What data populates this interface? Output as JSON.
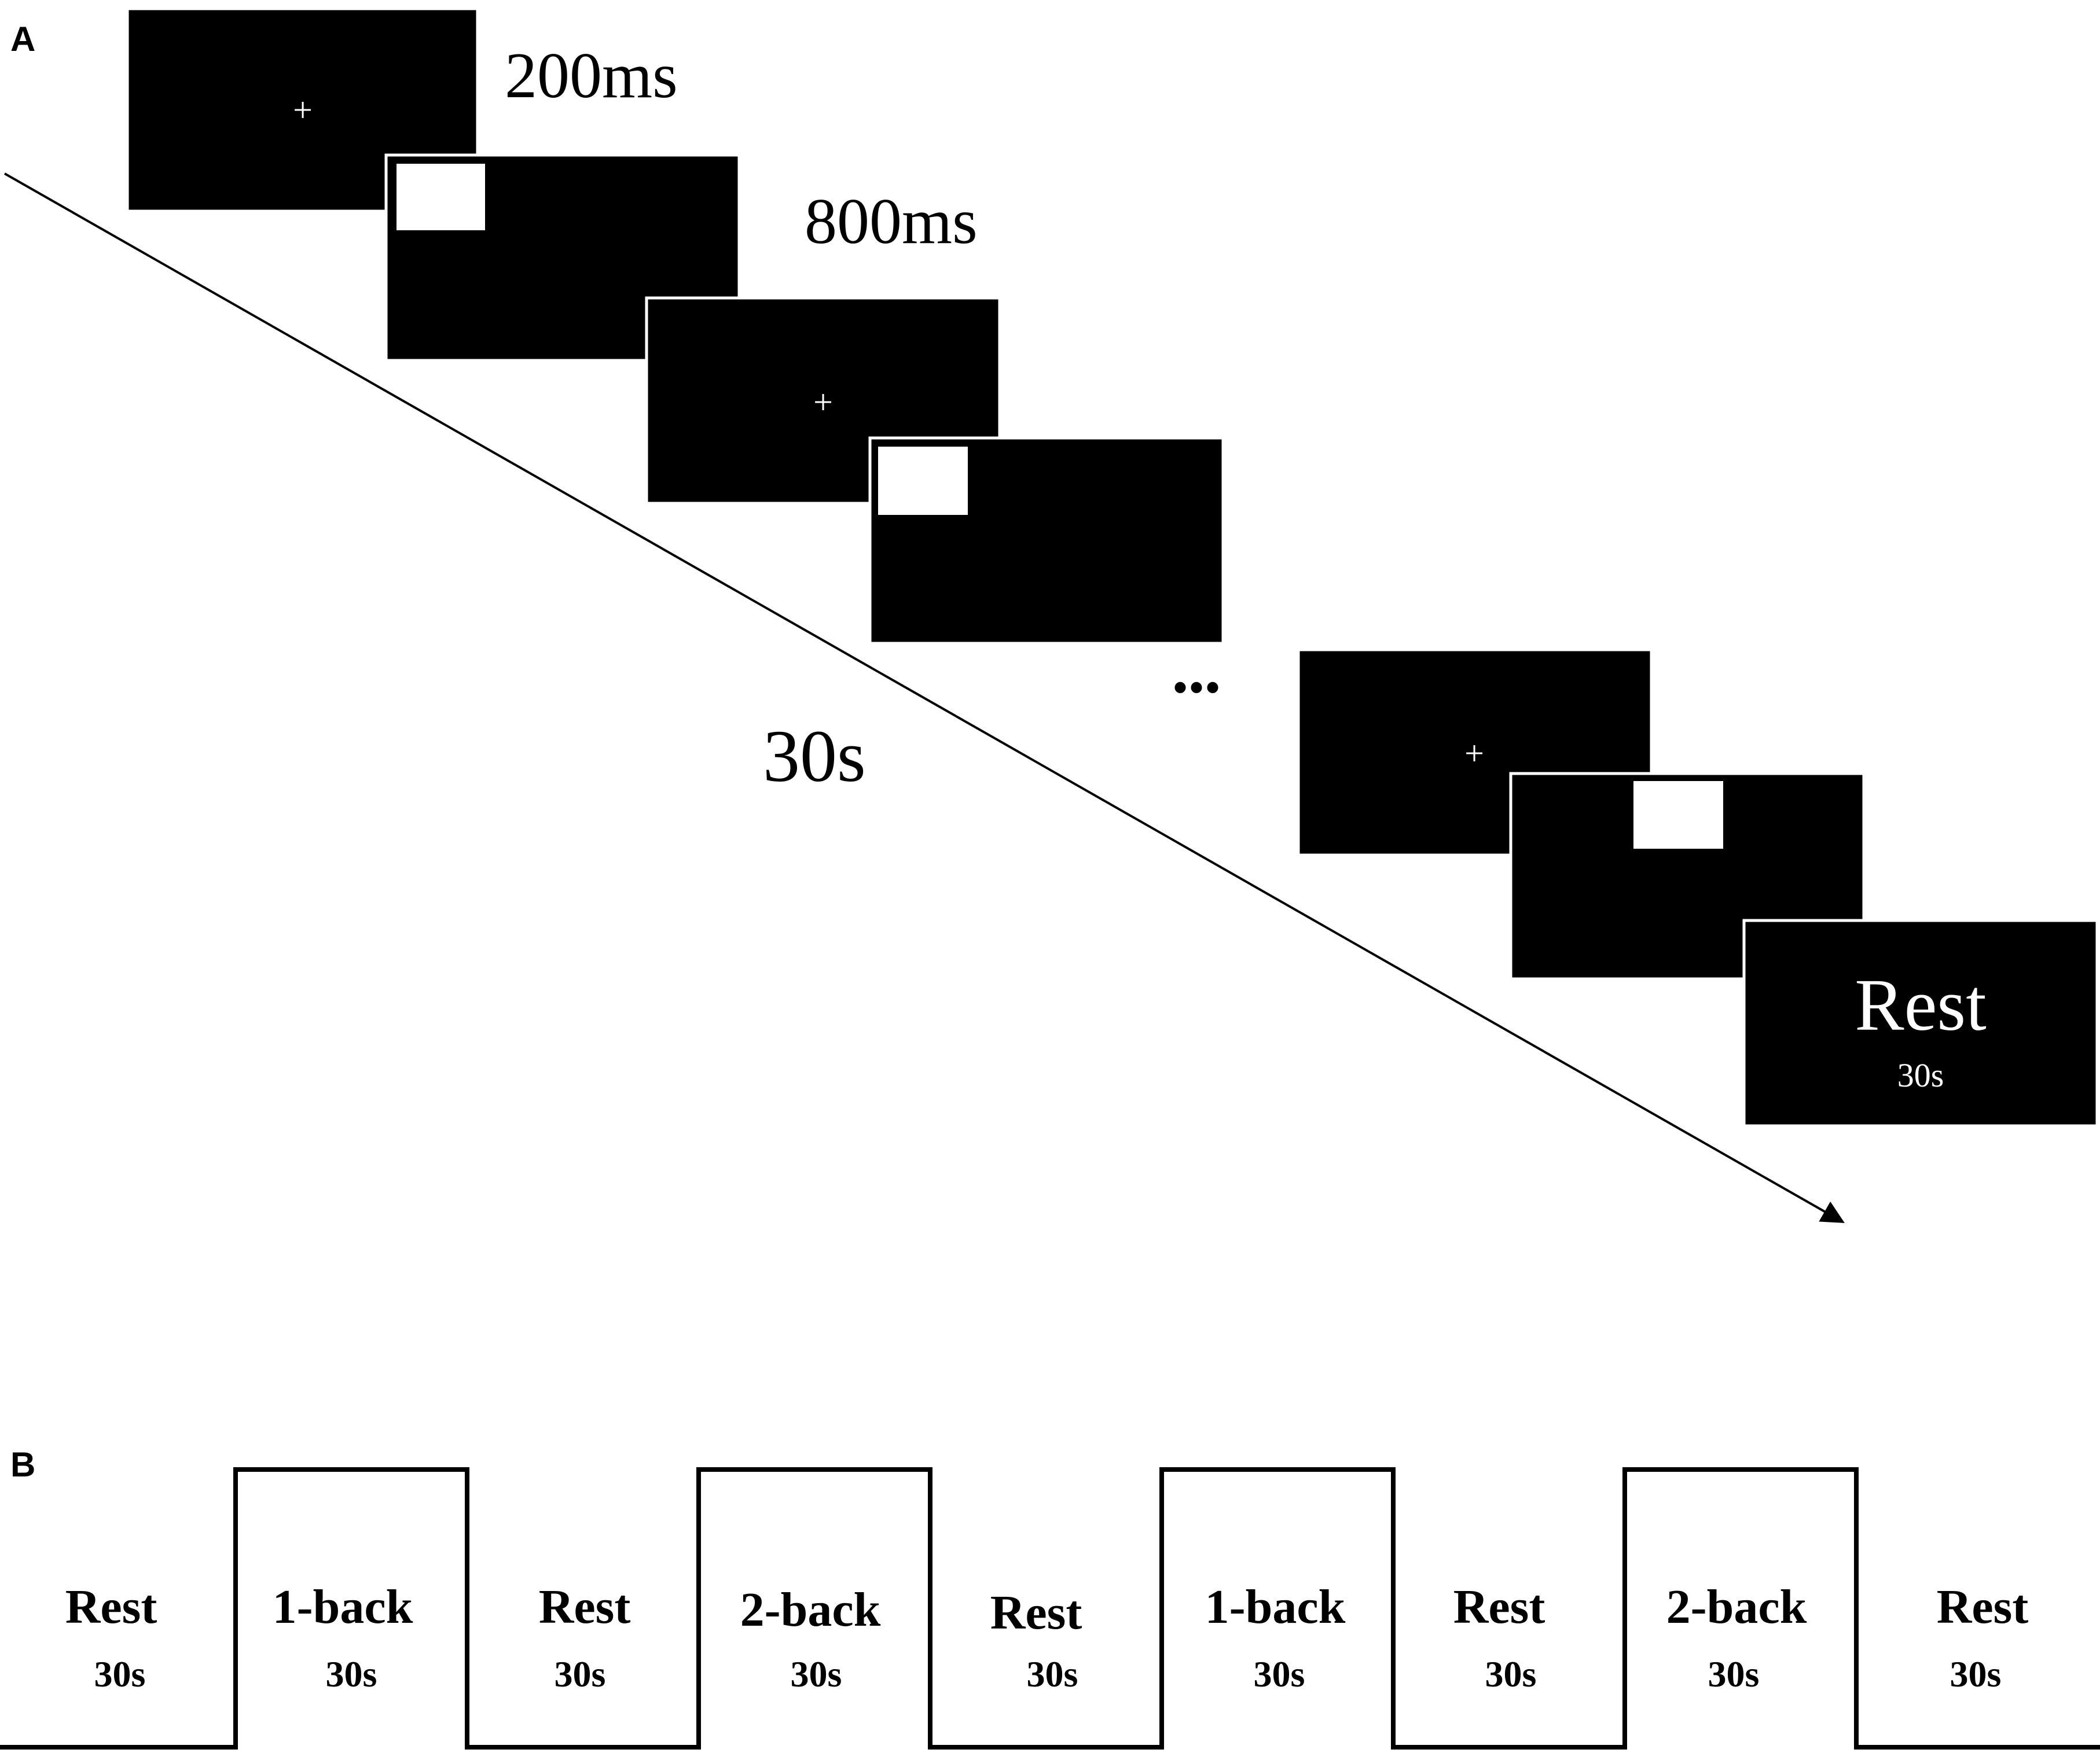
{
  "panel_a": {
    "label": "A",
    "durations": {
      "fixation": "200ms",
      "stimulus": "800ms",
      "block": "30s"
    },
    "fixation_symbol": "+",
    "ellipsis": "•••",
    "rest_screen": {
      "title": "Rest",
      "duration": "30s"
    }
  },
  "panel_b": {
    "label": "B",
    "blocks": [
      {
        "name": "Rest",
        "duration": "30s"
      },
      {
        "name": "1-back",
        "duration": "30s"
      },
      {
        "name": "Rest",
        "duration": "30s"
      },
      {
        "name": "2-back",
        "duration": "30s"
      },
      {
        "name": "Rest",
        "duration": "30s"
      },
      {
        "name": "1-back",
        "duration": "30s"
      },
      {
        "name": "Rest",
        "duration": "30s"
      },
      {
        "name": "2-back",
        "duration": "30s"
      },
      {
        "name": "Rest",
        "duration": "30s"
      }
    ]
  },
  "colors": {
    "screen": "#000000",
    "stimulus": "#ffffff",
    "line": "#000000"
  }
}
